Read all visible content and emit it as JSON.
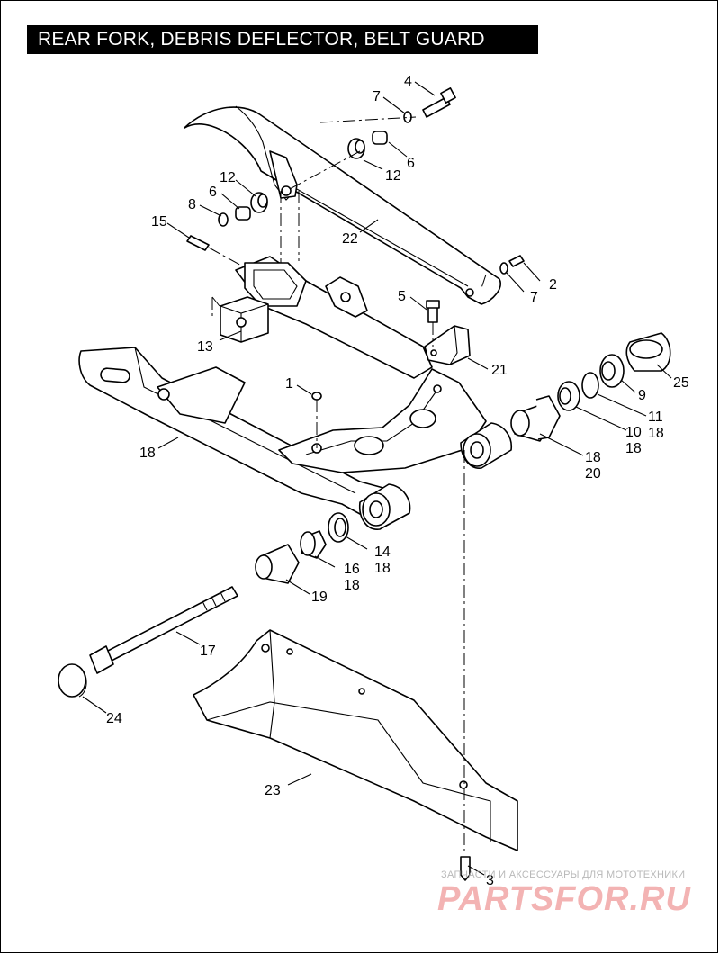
{
  "title": "REAR FORK, DEBRIS DEFLECTOR, BELT GUARD",
  "callouts": [
    {
      "id": "c4",
      "text": "4"
    },
    {
      "id": "c7a",
      "text": "7"
    },
    {
      "id": "c6a",
      "text": "6"
    },
    {
      "id": "c12a",
      "text": "12"
    },
    {
      "id": "c12b",
      "text": "12"
    },
    {
      "id": "c6b",
      "text": "6"
    },
    {
      "id": "c8",
      "text": "8"
    },
    {
      "id": "c15",
      "text": "15"
    },
    {
      "id": "c22",
      "text": "22"
    },
    {
      "id": "c2",
      "text": "2"
    },
    {
      "id": "c7b",
      "text": "7"
    },
    {
      "id": "c5",
      "text": "5"
    },
    {
      "id": "c13",
      "text": "13"
    },
    {
      "id": "c21",
      "text": "21"
    },
    {
      "id": "c1",
      "text": "1"
    },
    {
      "id": "c25",
      "text": "25"
    },
    {
      "id": "c9",
      "text": "9"
    },
    {
      "id": "c11",
      "text": "11"
    },
    {
      "id": "c18a",
      "text": "18"
    },
    {
      "id": "c10",
      "text": "10"
    },
    {
      "id": "c18b",
      "text": "18"
    },
    {
      "id": "c18c",
      "text": "18"
    },
    {
      "id": "c18d",
      "text": "18"
    },
    {
      "id": "c20",
      "text": "20"
    },
    {
      "id": "c14",
      "text": "14"
    },
    {
      "id": "c18e",
      "text": "18"
    },
    {
      "id": "c16",
      "text": "16"
    },
    {
      "id": "c18f",
      "text": "18"
    },
    {
      "id": "c19",
      "text": "19"
    },
    {
      "id": "c17",
      "text": "17"
    },
    {
      "id": "c24",
      "text": "24"
    },
    {
      "id": "c23",
      "text": "23"
    },
    {
      "id": "c3",
      "text": "3"
    }
  ],
  "watermark": {
    "tagline": "ЗАПЧАСТИ И АКСЕССУАРЫ ДЛЯ МОТОТЕХНИКИ",
    "brand": "PARTSFOR.RU"
  }
}
